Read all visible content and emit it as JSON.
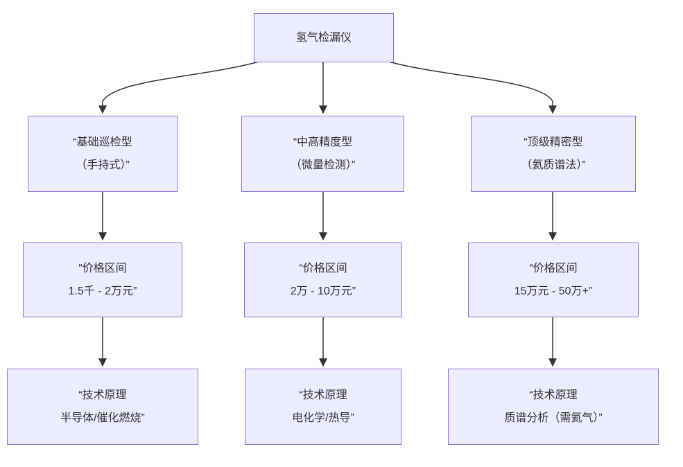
{
  "diagram": {
    "type": "flowchart-top-down",
    "palette": {
      "background": "#ffffff",
      "node_fill": "#ECECFF",
      "node_border": "#9370DB",
      "text_color": "#333333",
      "edge_color": "#333333"
    },
    "nodes": {
      "root": {
        "lines": [
          "氢气检漏仪"
        ]
      },
      "tier_basic": {
        "lines": [
          "“基础巡检型",
          "（手持式）”"
        ]
      },
      "tier_mid": {
        "lines": [
          "“中高精度型",
          "（微量检测）”"
        ]
      },
      "tier_top": {
        "lines": [
          "“顶级精密型",
          "（氦质谱法）”"
        ]
      },
      "price_basic": {
        "lines": [
          "“价格区间",
          "1.5千 - 2万元”"
        ]
      },
      "price_mid": {
        "lines": [
          "“价格区间",
          "2万 - 10万元”"
        ]
      },
      "price_top": {
        "lines": [
          "“价格区间",
          "15万元 - 50万+”"
        ]
      },
      "tech_basic": {
        "lines": [
          "“技术原理",
          "半导体/催化燃烧”"
        ]
      },
      "tech_mid": {
        "lines": [
          "“技术原理",
          "电化学/热导”"
        ]
      },
      "tech_top": {
        "lines": [
          "“技术原理",
          "质谱分析（需氦气）”"
        ]
      }
    },
    "edges": [
      {
        "from": "root",
        "to": "tier_basic"
      },
      {
        "from": "root",
        "to": "tier_mid"
      },
      {
        "from": "root",
        "to": "tier_top"
      },
      {
        "from": "tier_basic",
        "to": "price_basic"
      },
      {
        "from": "tier_mid",
        "to": "price_mid"
      },
      {
        "from": "tier_top",
        "to": "price_top"
      },
      {
        "from": "price_basic",
        "to": "tech_basic"
      },
      {
        "from": "price_mid",
        "to": "tech_mid"
      },
      {
        "from": "price_top",
        "to": "tech_top"
      }
    ]
  }
}
